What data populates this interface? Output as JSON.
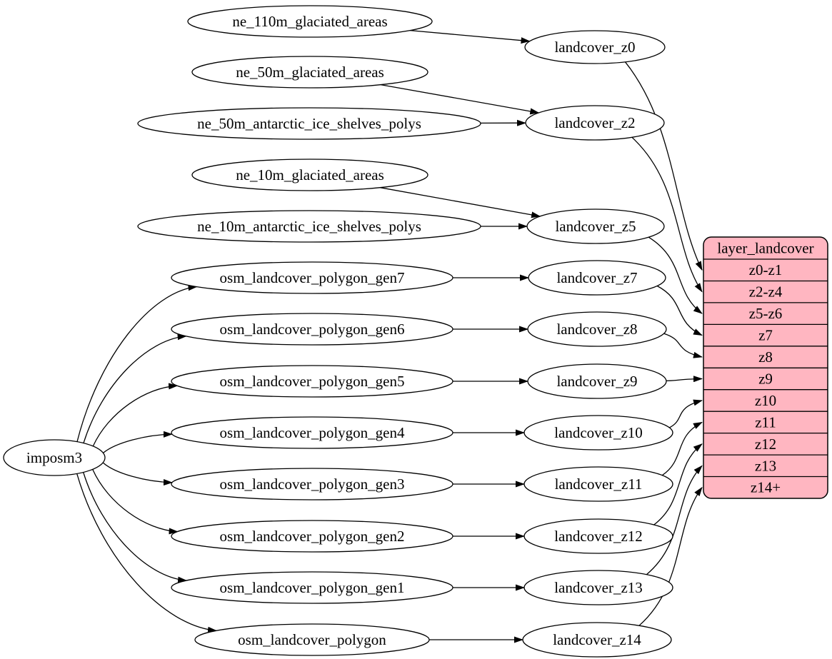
{
  "diagram": {
    "kind": "etl-flow-digraph",
    "background_color": "#ffffff",
    "node_fill": "#ffffff",
    "node_stroke": "#000000",
    "edge_color": "#000000",
    "text_color": "#000000",
    "record_fill": "#ffb6c1",
    "importer": {
      "id": "imposm3",
      "label": "imposm3"
    },
    "source_nodes": [
      {
        "id": "ne_110m_glaciated_areas",
        "label": "ne_110m_glaciated_areas"
      },
      {
        "id": "ne_50m_glaciated_areas",
        "label": "ne_50m_glaciated_areas"
      },
      {
        "id": "ne_50m_antarctic_ice_shelves_polys",
        "label": "ne_50m_antarctic_ice_shelves_polys"
      },
      {
        "id": "ne_10m_glaciated_areas",
        "label": "ne_10m_glaciated_areas"
      },
      {
        "id": "ne_10m_antarctic_ice_shelves_polys",
        "label": "ne_10m_antarctic_ice_shelves_polys"
      },
      {
        "id": "osm_landcover_polygon_gen7",
        "label": "osm_landcover_polygon_gen7"
      },
      {
        "id": "osm_landcover_polygon_gen6",
        "label": "osm_landcover_polygon_gen6"
      },
      {
        "id": "osm_landcover_polygon_gen5",
        "label": "osm_landcover_polygon_gen5"
      },
      {
        "id": "osm_landcover_polygon_gen4",
        "label": "osm_landcover_polygon_gen4"
      },
      {
        "id": "osm_landcover_polygon_gen3",
        "label": "osm_landcover_polygon_gen3"
      },
      {
        "id": "osm_landcover_polygon_gen2",
        "label": "osm_landcover_polygon_gen2"
      },
      {
        "id": "osm_landcover_polygon_gen1",
        "label": "osm_landcover_polygon_gen1"
      },
      {
        "id": "osm_landcover_polygon",
        "label": "osm_landcover_polygon"
      }
    ],
    "intermediate_nodes": [
      {
        "id": "landcover_z0",
        "label": "landcover_z0"
      },
      {
        "id": "landcover_z2",
        "label": "landcover_z2"
      },
      {
        "id": "landcover_z5",
        "label": "landcover_z5"
      },
      {
        "id": "landcover_z7",
        "label": "landcover_z7"
      },
      {
        "id": "landcover_z8",
        "label": "landcover_z8"
      },
      {
        "id": "landcover_z9",
        "label": "landcover_z9"
      },
      {
        "id": "landcover_z10",
        "label": "landcover_z10"
      },
      {
        "id": "landcover_z11",
        "label": "landcover_z11"
      },
      {
        "id": "landcover_z12",
        "label": "landcover_z12"
      },
      {
        "id": "landcover_z13",
        "label": "landcover_z13"
      },
      {
        "id": "landcover_z14",
        "label": "landcover_z14"
      }
    ],
    "record": {
      "id": "layer_landcover",
      "title": "layer_landcover",
      "rows": [
        "z0-z1",
        "z2-z4",
        "z5-z6",
        "z7",
        "z8",
        "z9",
        "z10",
        "z11",
        "z12",
        "z13",
        "z14+"
      ]
    },
    "edges": [
      {
        "from": "imposm3",
        "to": "osm_landcover_polygon_gen7"
      },
      {
        "from": "imposm3",
        "to": "osm_landcover_polygon_gen6"
      },
      {
        "from": "imposm3",
        "to": "osm_landcover_polygon_gen5"
      },
      {
        "from": "imposm3",
        "to": "osm_landcover_polygon_gen4"
      },
      {
        "from": "imposm3",
        "to": "osm_landcover_polygon_gen3"
      },
      {
        "from": "imposm3",
        "to": "osm_landcover_polygon_gen2"
      },
      {
        "from": "imposm3",
        "to": "osm_landcover_polygon_gen1"
      },
      {
        "from": "imposm3",
        "to": "osm_landcover_polygon"
      },
      {
        "from": "ne_110m_glaciated_areas",
        "to": "landcover_z0"
      },
      {
        "from": "ne_50m_glaciated_areas",
        "to": "landcover_z2"
      },
      {
        "from": "ne_50m_antarctic_ice_shelves_polys",
        "to": "landcover_z2"
      },
      {
        "from": "ne_10m_glaciated_areas",
        "to": "landcover_z5"
      },
      {
        "from": "ne_10m_antarctic_ice_shelves_polys",
        "to": "landcover_z5"
      },
      {
        "from": "osm_landcover_polygon_gen7",
        "to": "landcover_z7"
      },
      {
        "from": "osm_landcover_polygon_gen6",
        "to": "landcover_z8"
      },
      {
        "from": "osm_landcover_polygon_gen5",
        "to": "landcover_z9"
      },
      {
        "from": "osm_landcover_polygon_gen4",
        "to": "landcover_z10"
      },
      {
        "from": "osm_landcover_polygon_gen3",
        "to": "landcover_z11"
      },
      {
        "from": "osm_landcover_polygon_gen2",
        "to": "landcover_z12"
      },
      {
        "from": "osm_landcover_polygon_gen1",
        "to": "landcover_z13"
      },
      {
        "from": "osm_landcover_polygon",
        "to": "landcover_z14"
      },
      {
        "from": "landcover_z0",
        "to": "layer_landcover",
        "port": "z0-z1"
      },
      {
        "from": "landcover_z2",
        "to": "layer_landcover",
        "port": "z2-z4"
      },
      {
        "from": "landcover_z5",
        "to": "layer_landcover",
        "port": "z5-z6"
      },
      {
        "from": "landcover_z7",
        "to": "layer_landcover",
        "port": "z7"
      },
      {
        "from": "landcover_z8",
        "to": "layer_landcover",
        "port": "z8"
      },
      {
        "from": "landcover_z9",
        "to": "layer_landcover",
        "port": "z9"
      },
      {
        "from": "landcover_z10",
        "to": "layer_landcover",
        "port": "z10"
      },
      {
        "from": "landcover_z11",
        "to": "layer_landcover",
        "port": "z11"
      },
      {
        "from": "landcover_z12",
        "to": "layer_landcover",
        "port": "z12"
      },
      {
        "from": "landcover_z13",
        "to": "layer_landcover",
        "port": "z13"
      },
      {
        "from": "landcover_z14",
        "to": "layer_landcover",
        "port": "z14+"
      }
    ]
  }
}
